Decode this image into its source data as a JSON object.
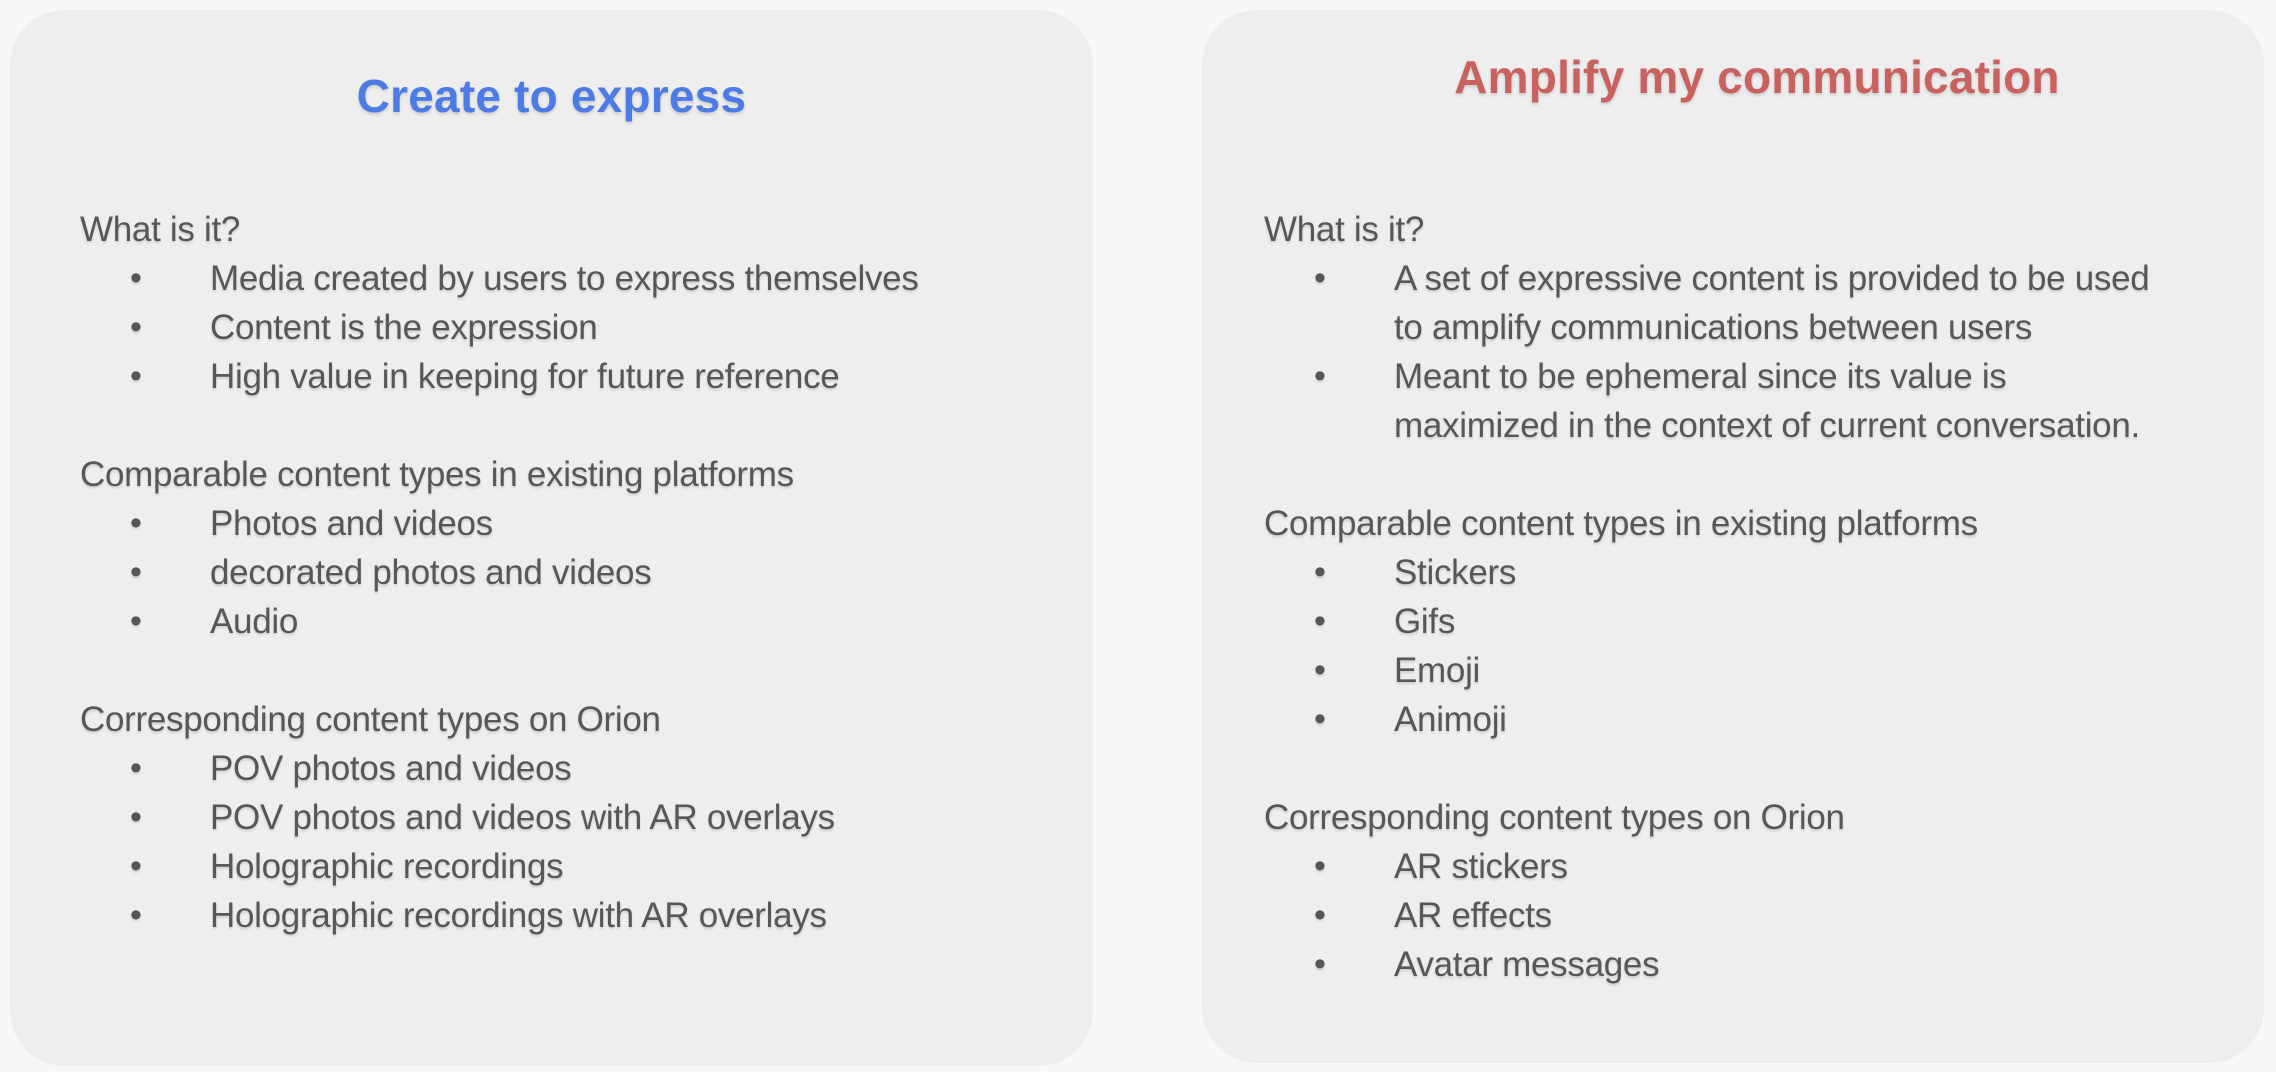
{
  "canvas": {
    "background": "#f8f8f9"
  },
  "bullet_glyph": "•",
  "cards": [
    {
      "title": "Create to express",
      "title_color": "#4c7be5",
      "background": "#eeeeee",
      "sections": [
        {
          "heading": "What is it?",
          "bullets": [
            "Media created by users to express themselves",
            "Content is the expression",
            "High value in keeping for future reference"
          ]
        },
        {
          "heading": "Comparable content types in existing platforms",
          "bullets": [
            "Photos and videos",
            "decorated photos and videos",
            "Audio"
          ]
        },
        {
          "heading": "Corresponding content types on Orion",
          "bullets": [
            "POV photos and videos",
            "POV photos and videos with AR overlays",
            "Holographic recordings",
            "Holographic recordings with AR overlays"
          ]
        }
      ]
    },
    {
      "title": "Amplify my communication",
      "title_color": "#c9625e",
      "background": "#eeeeee",
      "sections": [
        {
          "heading": "What is it?",
          "bullets": [
            "A set of expressive content is provided to be used\nto amplify communications between users",
            "Meant to be ephemeral since its value is\nmaximized in the context of current conversation."
          ]
        },
        {
          "heading": "Comparable content types in existing platforms",
          "bullets": [
            "Stickers",
            "Gifs",
            "Emoji",
            "Animoji"
          ]
        },
        {
          "heading": "Corresponding content types on Orion",
          "bullets": [
            "AR stickers",
            "AR effects",
            "Avatar messages"
          ]
        }
      ]
    }
  ]
}
